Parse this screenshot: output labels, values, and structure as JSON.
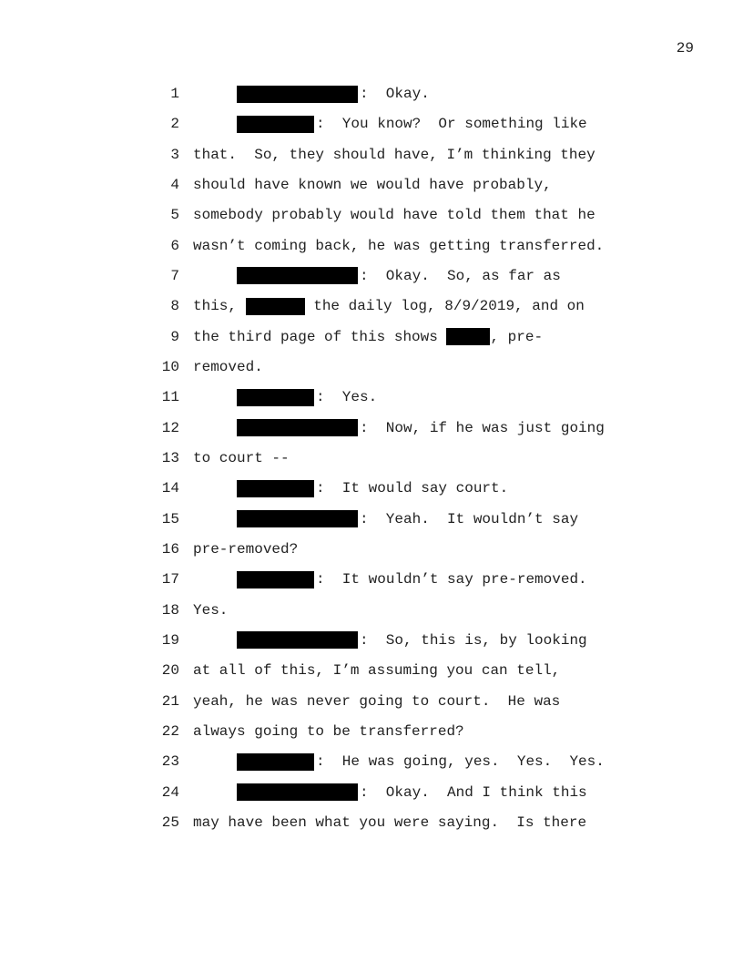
{
  "page_number": "29",
  "lines": [
    {
      "n": "1",
      "speaker": "long",
      "segments": [
        {
          "t": ":  Okay."
        }
      ]
    },
    {
      "n": "2",
      "speaker": "short",
      "segments": [
        {
          "t": ":  You know?  Or something like"
        }
      ]
    },
    {
      "n": "3",
      "segments": [
        {
          "t": "that.  So, they should have, I’m thinking they"
        }
      ]
    },
    {
      "n": "4",
      "segments": [
        {
          "t": "should have known we would have probably,"
        }
      ]
    },
    {
      "n": "5",
      "segments": [
        {
          "t": "somebody probably would have told them that he"
        }
      ]
    },
    {
      "n": "6",
      "segments": [
        {
          "t": "wasn’t coming back, he was getting transferred."
        }
      ]
    },
    {
      "n": "7",
      "speaker": "long",
      "segments": [
        {
          "t": ":  Okay.  So, as far as"
        }
      ]
    },
    {
      "n": "8",
      "segments": [
        {
          "t": "this, "
        },
        {
          "r": "w7"
        },
        {
          "t": " the daily log, 8/9/2019, and on"
        }
      ]
    },
    {
      "n": "9",
      "segments": [
        {
          "t": "the third page of this shows "
        },
        {
          "r": "w5"
        },
        {
          "t": ", pre-"
        }
      ]
    },
    {
      "n": "10",
      "segments": [
        {
          "t": "removed."
        }
      ]
    },
    {
      "n": "11",
      "speaker": "short",
      "segments": [
        {
          "t": ":  Yes."
        }
      ]
    },
    {
      "n": "12",
      "speaker": "long",
      "segments": [
        {
          "t": ":  Now, if he was just going"
        }
      ]
    },
    {
      "n": "13",
      "segments": [
        {
          "t": "to court --"
        }
      ]
    },
    {
      "n": "14",
      "speaker": "short",
      "segments": [
        {
          "t": ":  It would say court."
        }
      ]
    },
    {
      "n": "15",
      "speaker": "long",
      "segments": [
        {
          "t": ":  Yeah.  It wouldn’t say"
        }
      ]
    },
    {
      "n": "16",
      "segments": [
        {
          "t": "pre-removed?"
        }
      ]
    },
    {
      "n": "17",
      "speaker": "short",
      "segments": [
        {
          "t": ":  It wouldn’t say pre-removed."
        }
      ]
    },
    {
      "n": "18",
      "segments": [
        {
          "t": "Yes."
        }
      ]
    },
    {
      "n": "19",
      "speaker": "long",
      "segments": [
        {
          "t": ":  So, this is, by looking"
        }
      ]
    },
    {
      "n": "20",
      "segments": [
        {
          "t": "at all of this, I’m assuming you can tell,"
        }
      ]
    },
    {
      "n": "21",
      "segments": [
        {
          "t": "yeah, he was never going to court.  He was"
        }
      ]
    },
    {
      "n": "22",
      "segments": [
        {
          "t": "always going to be transferred?"
        }
      ]
    },
    {
      "n": "23",
      "speaker": "short",
      "segments": [
        {
          "t": ":  He was going, yes.  Yes.  Yes."
        }
      ]
    },
    {
      "n": "24",
      "speaker": "long",
      "segments": [
        {
          "t": ":  Okay.  And I think this"
        }
      ]
    },
    {
      "n": "25",
      "segments": [
        {
          "t": "may have been what you were saying.  Is there"
        }
      ]
    }
  ]
}
